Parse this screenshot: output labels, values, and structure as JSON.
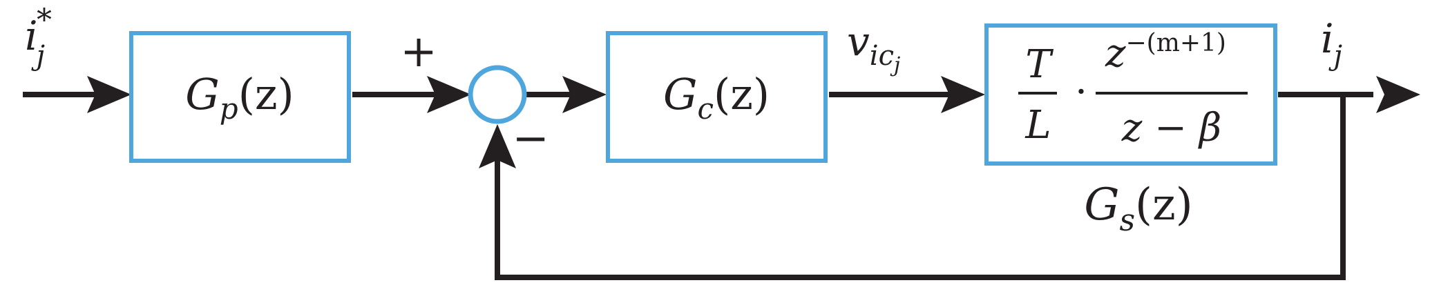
{
  "colors": {
    "block_stroke": "#4ea6dc",
    "line": "#231f20",
    "background": "#ffffff"
  },
  "signals": {
    "reference": {
      "base": "i",
      "sub": "j",
      "sup": "*"
    },
    "control": {
      "base": "v",
      "sub": "ic",
      "subsub": "j"
    },
    "output": {
      "base": "i",
      "sub": "j"
    }
  },
  "summing_junction": {
    "plus_sign": "+",
    "minus_sign": "−"
  },
  "blocks": {
    "prefilter": {
      "name": "G",
      "sub": "p",
      "arg": "(z)"
    },
    "controller": {
      "name": "G",
      "sub": "c",
      "arg": "(z)"
    },
    "plant": {
      "frac1_num": "T",
      "frac1_den": "L",
      "dot": "·",
      "frac2_num_base": "z",
      "frac2_num_exp": "−(m+1)",
      "frac2_den": "z − β",
      "label_name": "G",
      "label_sub": "s",
      "label_arg": "(z)"
    }
  }
}
